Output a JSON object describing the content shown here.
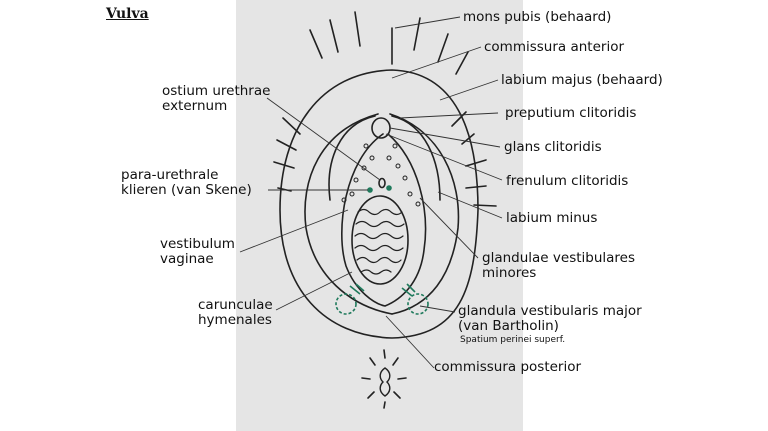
{
  "title": "Vulva",
  "colors": {
    "panel": "#e5e5e5",
    "ink": "#222222",
    "gland": "#1f7a5c"
  },
  "labels": {
    "mons_pubis": "mons pubis (behaard)",
    "commissura_anterior": "commissura anterior",
    "labium_majus": "labium majus (behaard)",
    "preputium": "preputium clitoridis",
    "glans": "glans clitoridis",
    "frenulum": "frenulum clitoridis",
    "labium_minus": "labium minus",
    "glandulae_line1": "glandulae vestibulares",
    "glandulae_line2": "minores",
    "bartholin_line1": "glandula vestibularis major",
    "bartholin_line2": "(van Bartholin)",
    "spatium": "Spatium perinei superf.",
    "commissura_posterior": "commissura posterior",
    "ostium_line1": "ostium urethrae",
    "ostium_line2": "externum",
    "para_line1": "para-urethrale",
    "para_line2": "klieren (van Skene)",
    "vestibulum_line1": "vestibulum",
    "vestibulum_line2": "vaginae",
    "caruncula_line1": "carunculae",
    "caruncula_line2": "hymenales"
  }
}
